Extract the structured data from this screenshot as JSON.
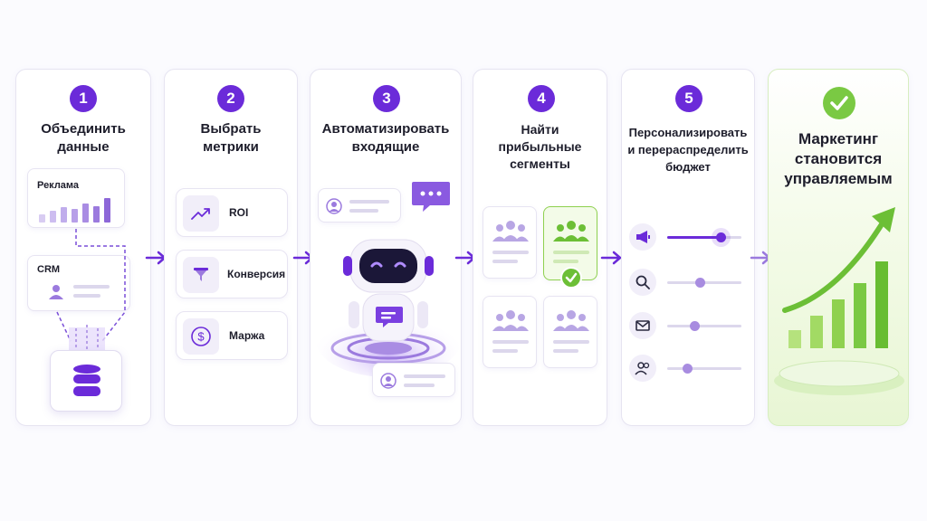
{
  "steps": [
    {
      "number": "1",
      "title_lines": [
        "Объединить",
        "данные"
      ],
      "sources": [
        "Реклама",
        "CRM"
      ]
    },
    {
      "number": "2",
      "title_lines": [
        "Выбрать",
        "метрики"
      ],
      "metrics": [
        "ROI",
        "Конверсия",
        "Маржа"
      ]
    },
    {
      "number": "3",
      "title_lines": [
        "Автоматизировать",
        "входящие"
      ]
    },
    {
      "number": "4",
      "title_lines": [
        "Найти",
        "прибыльные",
        "сегменты"
      ]
    },
    {
      "number": "5",
      "title_lines": [
        "Персонализировать",
        "и перераспределить",
        "бюджет"
      ],
      "channels": [
        {
          "icon": "megaphone-icon",
          "level": 0.73
        },
        {
          "icon": "search-icon",
          "level": 0.44
        },
        {
          "icon": "mail-icon",
          "level": 0.37
        },
        {
          "icon": "users-icon",
          "level": 0.27
        }
      ]
    },
    {
      "title_lines": [
        "Маркетинг",
        "становится",
        "управляемым"
      ]
    }
  ],
  "colors": {
    "accent": "#6b2bd9",
    "success": "#7ac943",
    "card_border": "#e6e4f1"
  }
}
